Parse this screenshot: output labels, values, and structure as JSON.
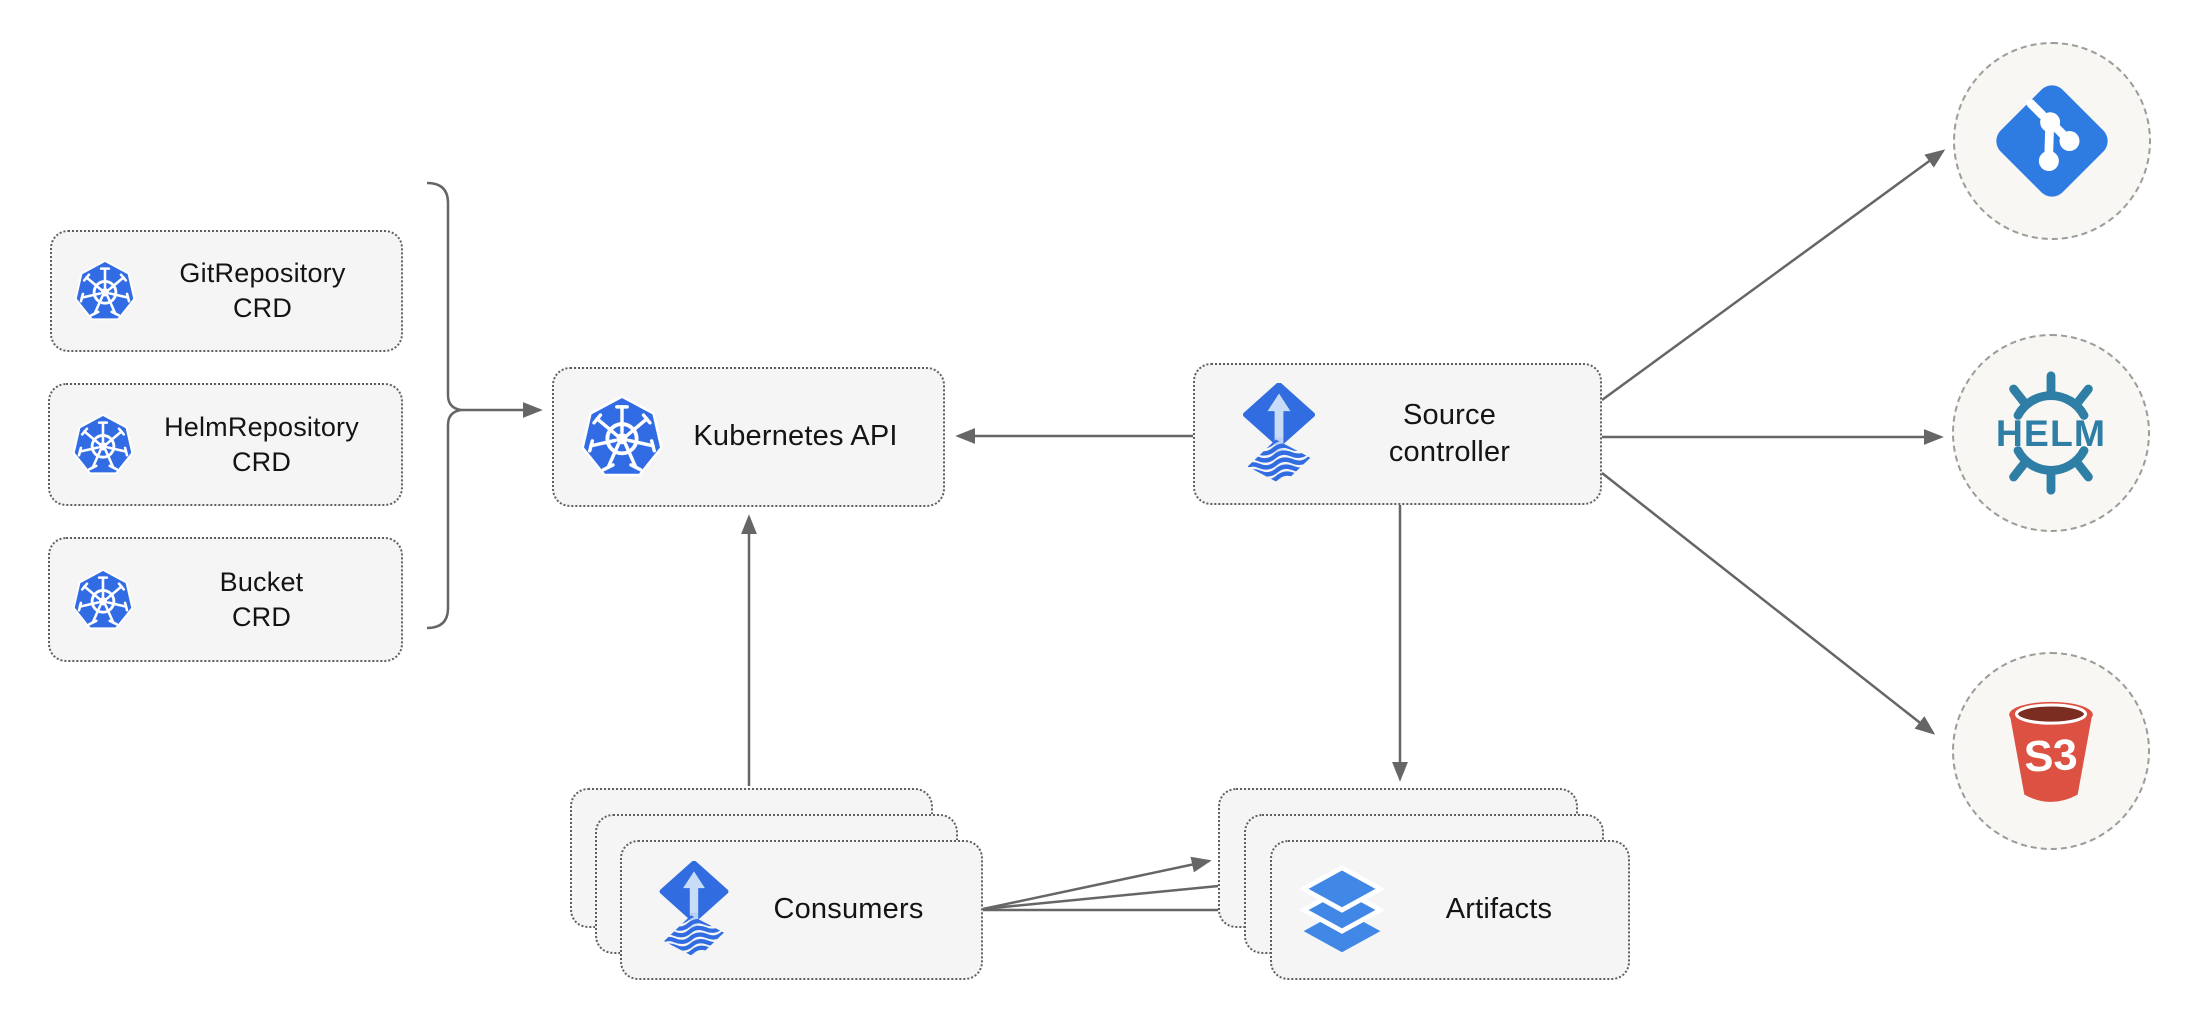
{
  "diagram": {
    "nodes": {
      "git_repository_crd": {
        "line1": "GitRepository",
        "line2": "CRD"
      },
      "helm_repository_crd": {
        "line1": "HelmRepository",
        "line2": "CRD"
      },
      "bucket_crd": {
        "line1": "Bucket",
        "line2": "CRD"
      },
      "kubernetes_api": {
        "label": "Kubernetes API"
      },
      "source_controller": {
        "line1": "Source",
        "line2": "controller"
      },
      "consumers": {
        "label": "Consumers"
      },
      "artifacts": {
        "label": "Artifacts"
      },
      "git_source": {
        "icon": "git-icon"
      },
      "helm_source": {
        "icon": "helm-icon",
        "label": "HELM"
      },
      "s3_source": {
        "icon": "s3-bucket-icon",
        "label": "S3"
      }
    },
    "connections": [
      {
        "from": "crd-group-bracket",
        "to": "kubernetes_api"
      },
      {
        "from": "source_controller",
        "to": "kubernetes_api"
      },
      {
        "from": "consumers",
        "to": "kubernetes_api"
      },
      {
        "from": "source_controller",
        "to": "artifacts"
      },
      {
        "from": "source_controller",
        "to": "git_source"
      },
      {
        "from": "source_controller",
        "to": "helm_source"
      },
      {
        "from": "source_controller",
        "to": "s3_source"
      },
      {
        "from": "consumers",
        "to": "artifacts",
        "count": 3
      }
    ],
    "colors": {
      "canvas": "#ffffff",
      "node_fill": "#f5f5f5",
      "node_border": "#5f5f5f",
      "circle_fill": "#f8f7f4",
      "circle_border": "#9c9c9a",
      "connector": "#666666",
      "text": "#141414",
      "kubernetes_blue": "#326ce5",
      "flux_blue": "#316de1",
      "flux_arrow_light": "#c9dcf7",
      "git_blue": "#2e7be2",
      "helm_teal": "#2e7ea6",
      "layers_blue": "#4187e5",
      "s3_red": "#dd5142",
      "s3_dark_red": "#7b2d21"
    }
  }
}
